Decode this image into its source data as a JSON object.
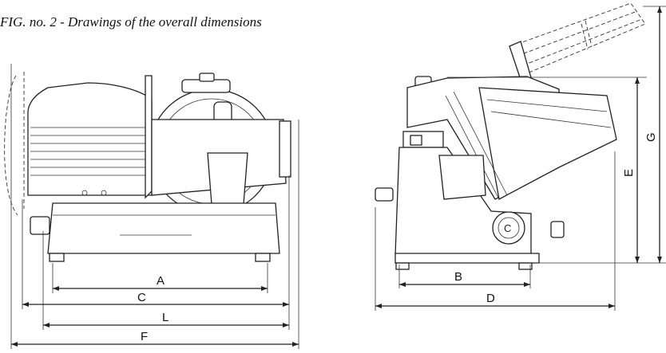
{
  "caption": "FIG. no. 2 - Drawings of the overall dimensions",
  "dimensions": {
    "A": "A",
    "B": "B",
    "C": "C",
    "D": "D",
    "E": "E",
    "F": "F",
    "G": "G",
    "L": "L"
  }
}
